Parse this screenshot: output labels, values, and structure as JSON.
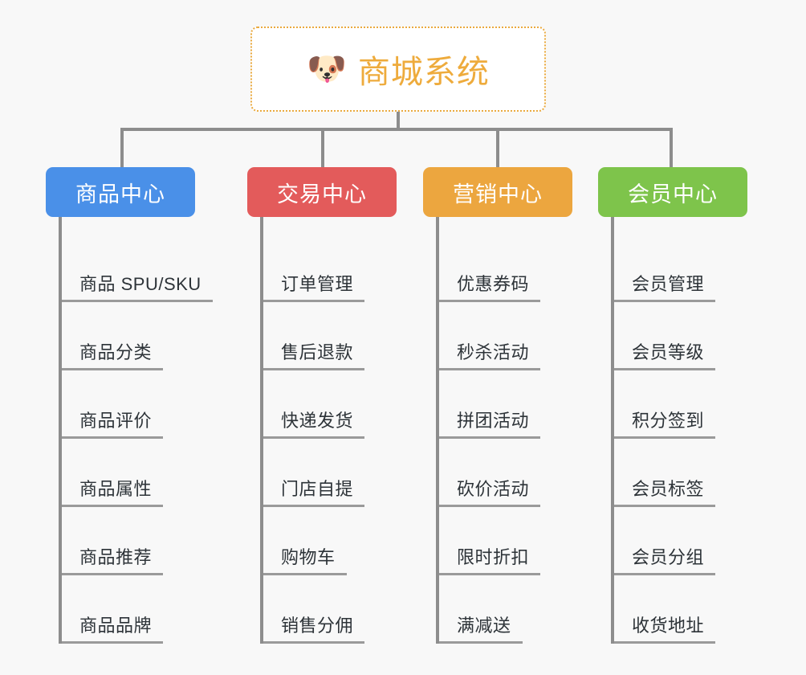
{
  "diagram": {
    "type": "organization-tree",
    "background_color": "#f8f8f8",
    "connector_color": "#8d8d8d",
    "root": {
      "icon": "dog-face-emoji",
      "icon_glyph": "🐶",
      "title": "商城系统",
      "text_color": "#eeab3c",
      "border_color": "#eaa93e",
      "background_color": "#ffffff"
    },
    "columns": [
      {
        "id": "product-center",
        "header": "商品中心",
        "color": "#4a90e8",
        "items": [
          "商品 SPU/SKU",
          "商品分类",
          "商品评价",
          "商品属性",
          "商品推荐",
          "商品品牌"
        ]
      },
      {
        "id": "trade-center",
        "header": "交易中心",
        "color": "#e35b5b",
        "items": [
          "订单管理",
          "售后退款",
          "快递发货",
          "门店自提",
          "购物车",
          "销售分佣"
        ]
      },
      {
        "id": "marketing-center",
        "header": "营销中心",
        "color": "#eca63f",
        "items": [
          "优惠券码",
          "秒杀活动",
          "拼团活动",
          "砍价活动",
          "限时折扣",
          "满减送"
        ]
      },
      {
        "id": "member-center",
        "header": "会员中心",
        "color": "#7ec44b",
        "items": [
          "会员管理",
          "会员等级",
          "积分签到",
          "会员标签",
          "会员分组",
          "收货地址"
        ]
      }
    ]
  }
}
